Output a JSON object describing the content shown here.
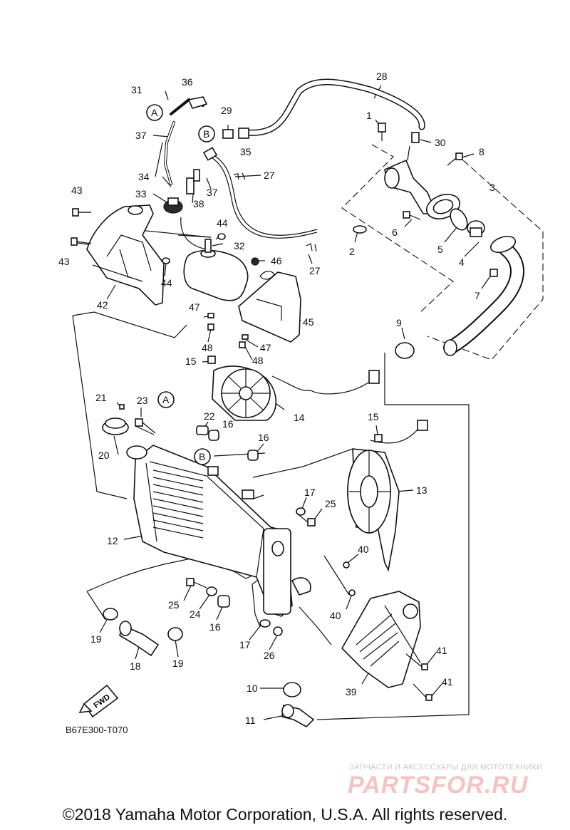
{
  "callouts": [
    {
      "n": "31"
    },
    {
      "n": "36"
    },
    {
      "n": "28"
    },
    {
      "n": "29"
    },
    {
      "n": "1"
    },
    {
      "n": "A"
    },
    {
      "n": "37"
    },
    {
      "n": "B"
    },
    {
      "n": "30"
    },
    {
      "n": "35"
    },
    {
      "n": "8"
    },
    {
      "n": "34"
    },
    {
      "n": "27"
    },
    {
      "n": "3"
    },
    {
      "n": "37"
    },
    {
      "n": "33"
    },
    {
      "n": "38"
    },
    {
      "n": "43"
    },
    {
      "n": "6"
    },
    {
      "n": "44"
    },
    {
      "n": "32"
    },
    {
      "n": "2"
    },
    {
      "n": "5"
    },
    {
      "n": "46"
    },
    {
      "n": "43"
    },
    {
      "n": "27"
    },
    {
      "n": "4"
    },
    {
      "n": "44"
    },
    {
      "n": "7"
    },
    {
      "n": "42"
    },
    {
      "n": "47"
    },
    {
      "n": "45"
    },
    {
      "n": "9"
    },
    {
      "n": "48"
    },
    {
      "n": "47"
    },
    {
      "n": "15"
    },
    {
      "n": "48"
    },
    {
      "n": "21"
    },
    {
      "n": "23"
    },
    {
      "n": "A"
    },
    {
      "n": "14"
    },
    {
      "n": "22"
    },
    {
      "n": "15"
    },
    {
      "n": "16"
    },
    {
      "n": "20"
    },
    {
      "n": "16"
    },
    {
      "n": "B"
    },
    {
      "n": "13"
    },
    {
      "n": "17"
    },
    {
      "n": "25"
    },
    {
      "n": "12"
    },
    {
      "n": "40"
    },
    {
      "n": "25"
    },
    {
      "n": "24"
    },
    {
      "n": "40"
    },
    {
      "n": "16"
    },
    {
      "n": "19"
    },
    {
      "n": "17"
    },
    {
      "n": "26"
    },
    {
      "n": "41"
    },
    {
      "n": "18"
    },
    {
      "n": "19"
    },
    {
      "n": "10"
    },
    {
      "n": "39"
    },
    {
      "n": "41"
    },
    {
      "n": "11"
    }
  ],
  "fwd_label": "FWD",
  "diagram_code": "B67E300-T070",
  "watermark": {
    "tagline": "ЗАПЧАСТИ И АКСЕССУАРЫ ДЛЯ МОТОТЕХНИКИ",
    "logo": "PARTSFOR.RU"
  },
  "copyright": "©2018 Yamaha Motor Corporation, U.S.A. All rights reserved."
}
